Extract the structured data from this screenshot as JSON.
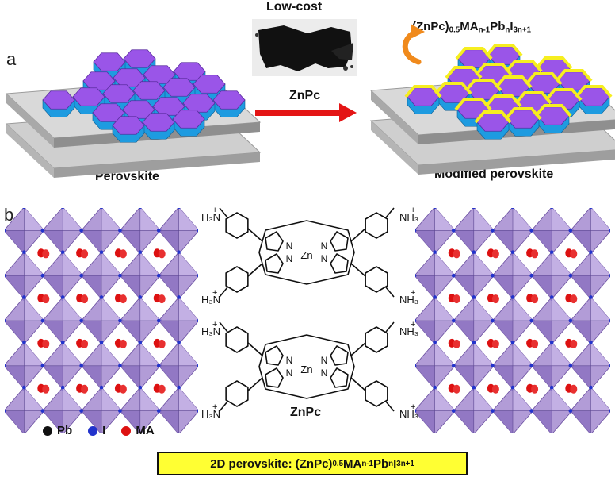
{
  "panels": {
    "a": "a",
    "b": "b"
  },
  "top": {
    "low_cost_label": "Low-cost",
    "arrow_label": "ZnPc",
    "left_label": "Perovskite",
    "right_label": "Modified perovskite",
    "formula": {
      "prefix": "(ZnPc)",
      "s1": "0.5",
      "m1": "MA",
      "s2": "n-1",
      "m2": "Pb",
      "s3": "n",
      "m3": "I",
      "s4": "3n+1"
    }
  },
  "molecule": {
    "label": "ZnPc",
    "zn": "Zn",
    "n": "N",
    "amine_left": "H₃N",
    "amine_right": "NH₃",
    "charge": "+"
  },
  "legend": [
    {
      "label": "Pb",
      "color": "#111111"
    },
    {
      "label": "I",
      "color": "#2233cc"
    },
    {
      "label": "MA",
      "color": "#dd1111"
    }
  ],
  "bottom": {
    "prefix": "2D perovskite: (ZnPc)",
    "s1": "0.5",
    "m1": "MA",
    "s2": "n-1",
    "m2": "Pb",
    "s3": "n",
    "m3": "I",
    "s4": "3n+1"
  },
  "colors": {
    "hex_top": "#9a55e8",
    "hex_side": "#1e9be0",
    "link": "#f6ee20",
    "octa": "#a48bd0",
    "arrow": "#e41515"
  }
}
